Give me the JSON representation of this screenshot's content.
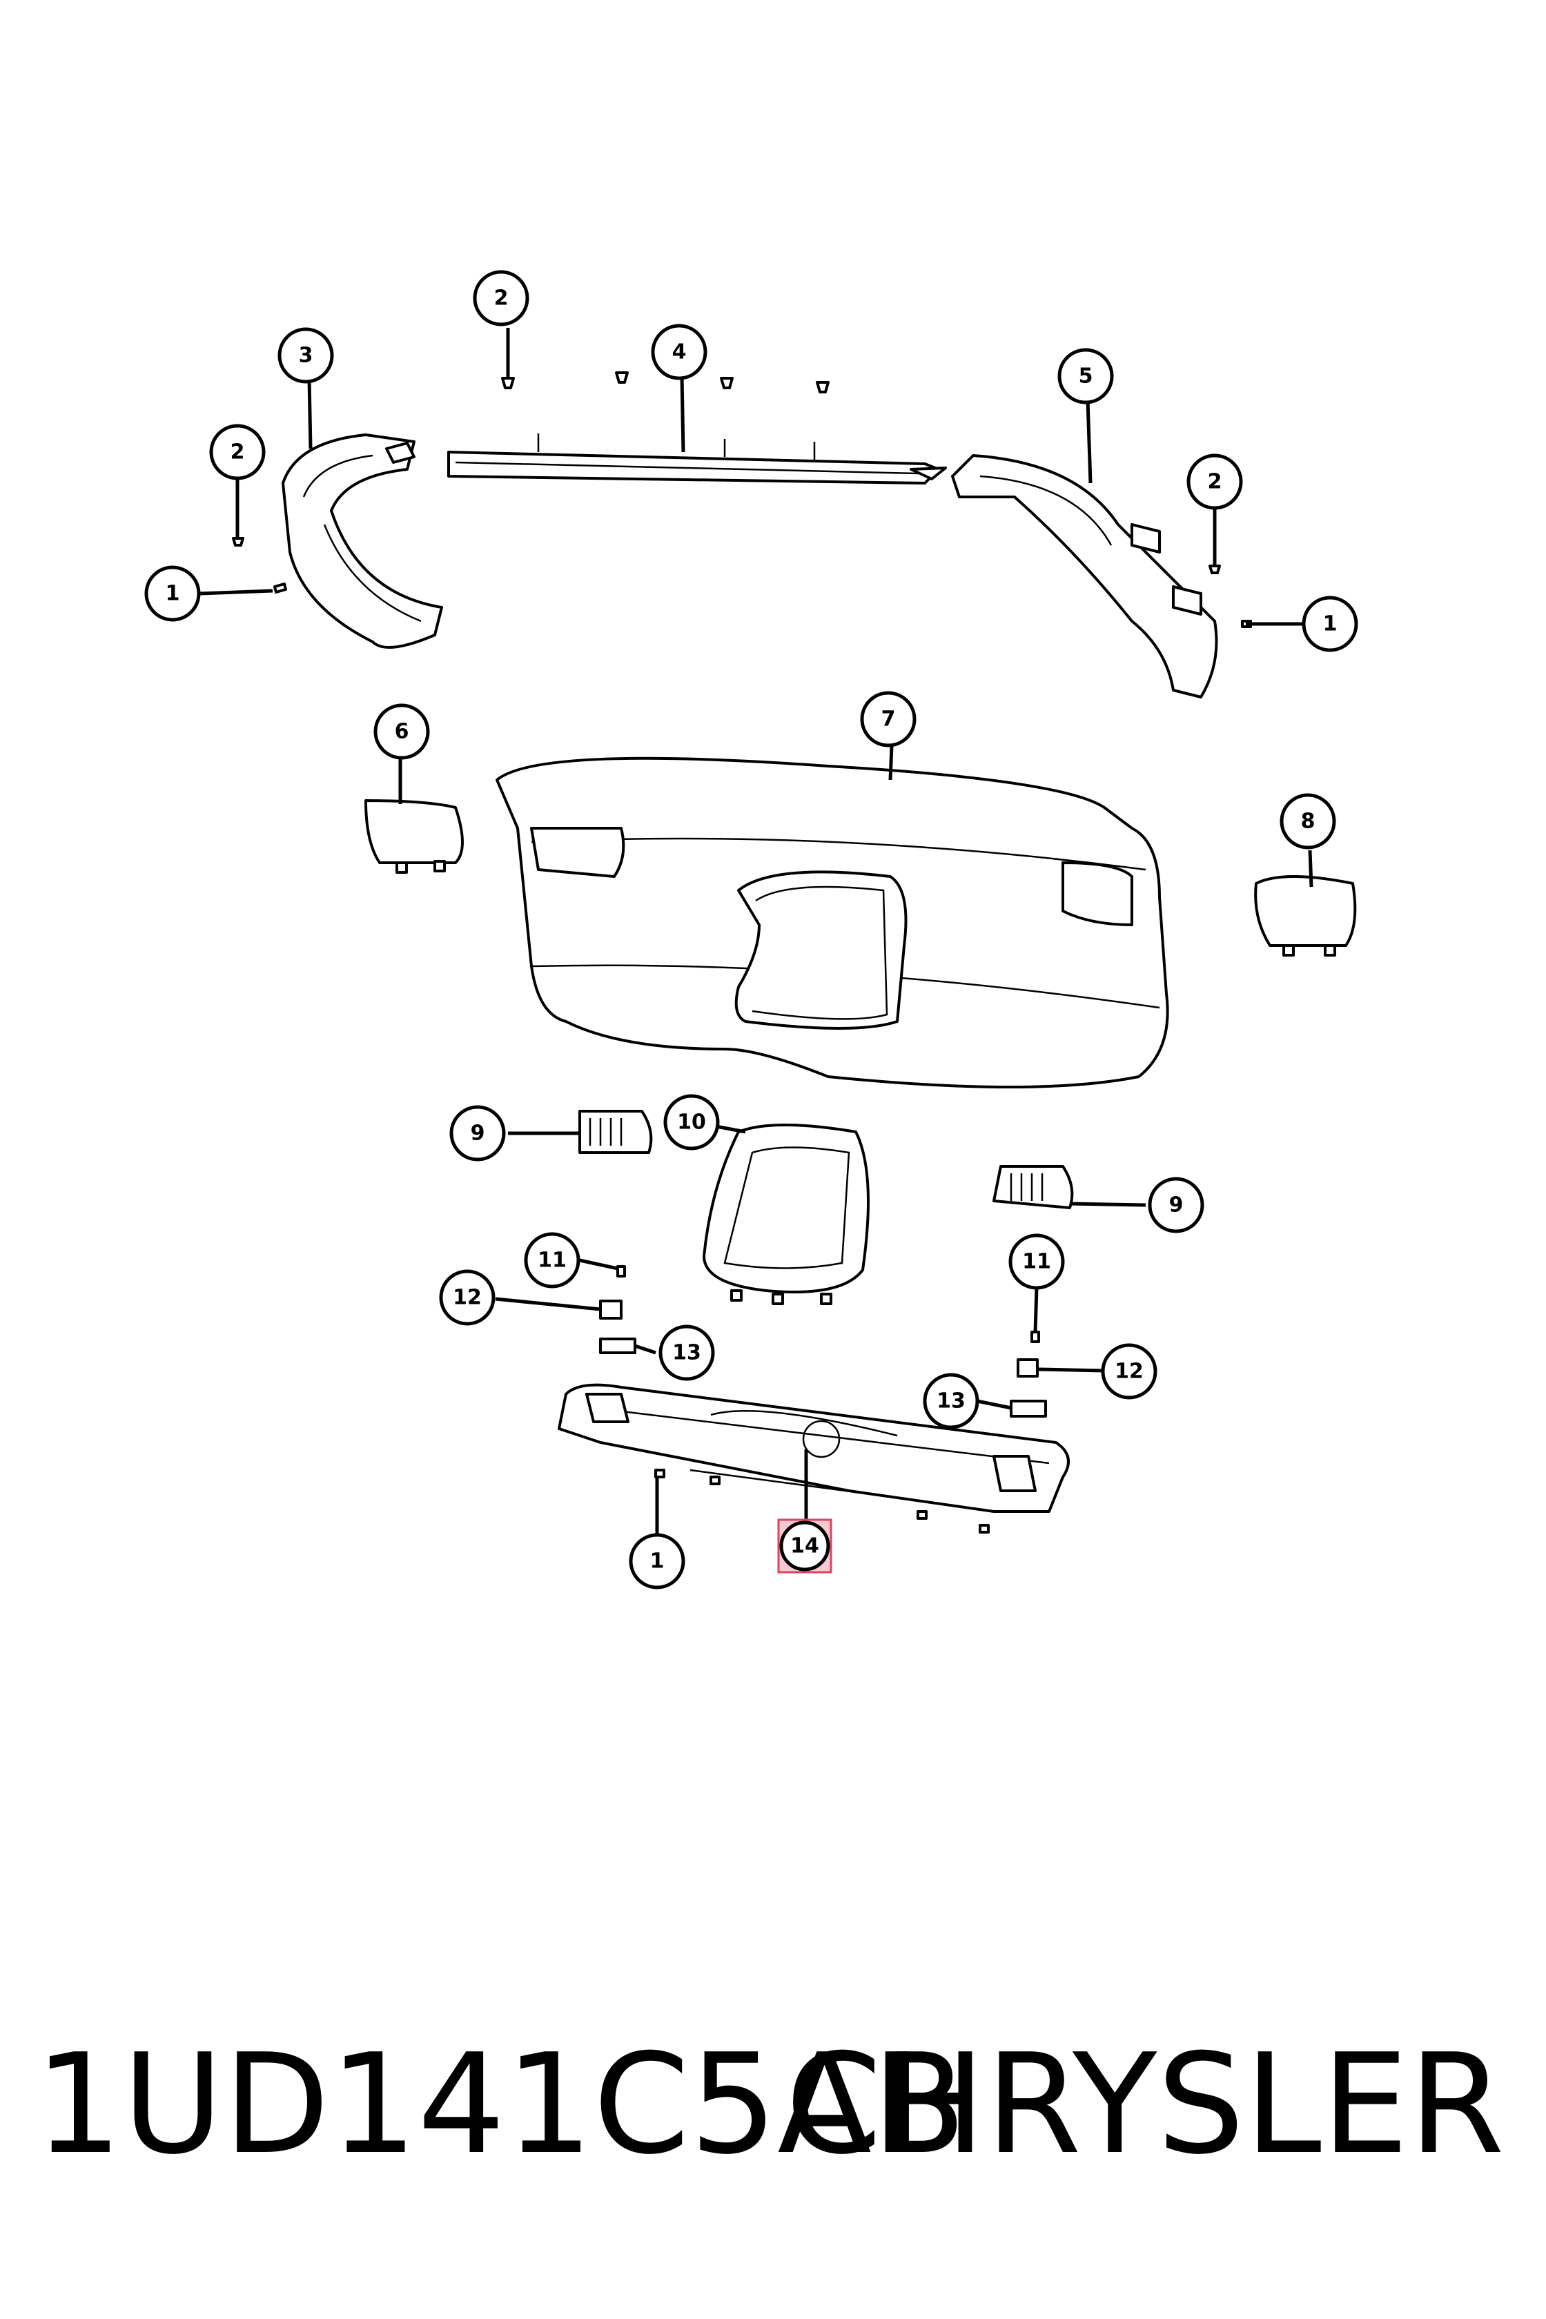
{
  "callouts": [
    {
      "label": "1",
      "name": "callout-1-left"
    },
    {
      "label": "1",
      "name": "callout-1-right"
    },
    {
      "label": "1",
      "name": "callout-1-bottom"
    },
    {
      "label": "2",
      "name": "callout-2-top"
    },
    {
      "label": "2",
      "name": "callout-2-left"
    },
    {
      "label": "2",
      "name": "callout-2-right"
    },
    {
      "label": "3",
      "name": "callout-3"
    },
    {
      "label": "4",
      "name": "callout-4"
    },
    {
      "label": "5",
      "name": "callout-5"
    },
    {
      "label": "6",
      "name": "callout-6"
    },
    {
      "label": "7",
      "name": "callout-7"
    },
    {
      "label": "8",
      "name": "callout-8"
    },
    {
      "label": "9",
      "name": "callout-9-left"
    },
    {
      "label": "9",
      "name": "callout-9-right"
    },
    {
      "label": "10",
      "name": "callout-10"
    },
    {
      "label": "11",
      "name": "callout-11-left"
    },
    {
      "label": "11",
      "name": "callout-11-right"
    },
    {
      "label": "12",
      "name": "callout-12-left"
    },
    {
      "label": "12",
      "name": "callout-12-right"
    },
    {
      "label": "13",
      "name": "callout-13-left"
    },
    {
      "label": "13",
      "name": "callout-13-right"
    },
    {
      "label": "14",
      "name": "callout-14",
      "highlighted": true
    }
  ],
  "footer": {
    "part_number": "1UD141C5AB",
    "brand": "CHRYSLER"
  },
  "colors": {
    "highlight_fill": "#f7c9d1",
    "highlight_stroke": "#d9455f",
    "line": "#000000"
  }
}
